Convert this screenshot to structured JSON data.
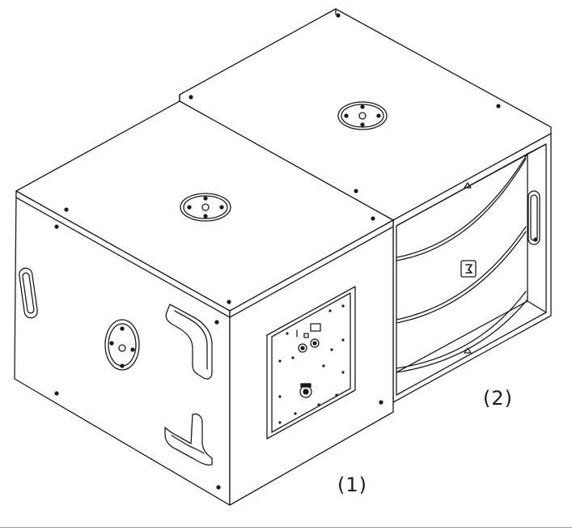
{
  "figure": {
    "callouts": [
      {
        "id": "1",
        "label": "(1)"
      },
      {
        "id": "2",
        "label": "(2)"
      }
    ],
    "colors": {
      "line": "#1a1a1a",
      "face": "#ffffff",
      "separator": "#9a9a9a"
    },
    "parts": {
      "unit_1": "enclosure-with-connector-panel",
      "unit_2": "enclosure-with-front-grille",
      "logo": "brand-logo-icon"
    }
  }
}
